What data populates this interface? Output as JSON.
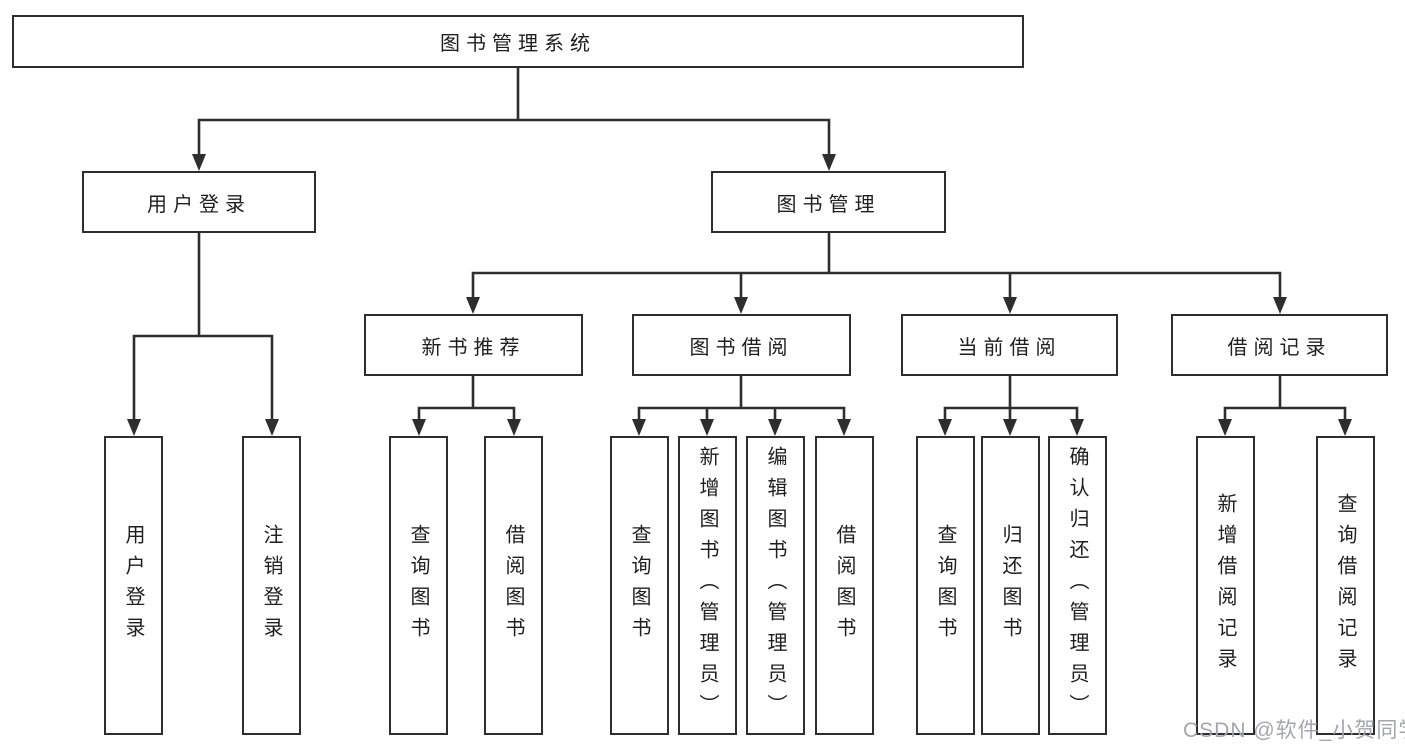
{
  "diagram_type": "functional-structure-tree",
  "colors": {
    "line": "#2e2e2e",
    "box_border": "#2e2e2e",
    "box_fill": "#ffffff",
    "text": "#1f1f1f",
    "watermark": "#a5a5ad",
    "background": "#ffffff"
  },
  "hierarchy": {
    "label": "图书管理系统",
    "children": [
      {
        "label": "用户登录",
        "children": [
          {
            "label": "用户登录"
          },
          {
            "label": "注销登录"
          }
        ]
      },
      {
        "label": "图书管理",
        "children": [
          {
            "label": "新书推荐",
            "children": [
              {
                "label": "查询图书"
              },
              {
                "label": "借阅图书"
              }
            ]
          },
          {
            "label": "图书借阅",
            "children": [
              {
                "label": "查询图书"
              },
              {
                "label": "新增图书（管理员）"
              },
              {
                "label": "编辑图书（管理员）"
              },
              {
                "label": "借阅图书"
              }
            ]
          },
          {
            "label": "当前借阅",
            "children": [
              {
                "label": "查询图书"
              },
              {
                "label": "归还图书"
              },
              {
                "label": "确认归还（管理员）"
              }
            ]
          },
          {
            "label": "借阅记录",
            "children": [
              {
                "label": "新增借阅记录"
              },
              {
                "label": "查询借阅记录"
              }
            ]
          }
        ]
      }
    ]
  },
  "watermark": {
    "text": "CSDN @软件_小贺同学"
  }
}
